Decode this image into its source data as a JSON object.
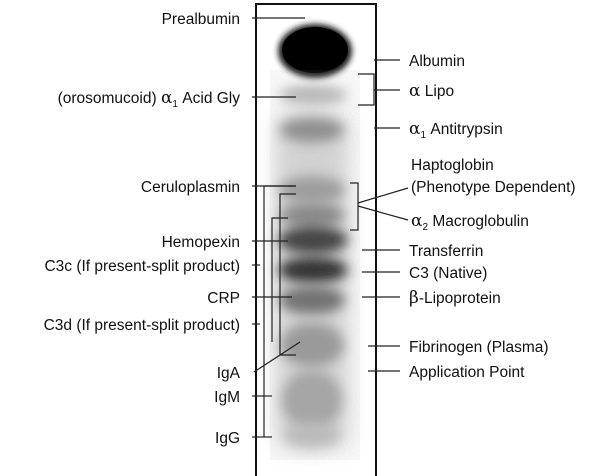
{
  "left_labels": {
    "prealbumin": "Prealbumin",
    "acid_gly_prefix": "(orosomucoid) ",
    "acid_gly_greek": "α",
    "acid_gly_sub": "1",
    "acid_gly_suffix": " Acid Gly",
    "ceruloplasmin": "Ceruloplasmin",
    "hemopexin": "Hemopexin",
    "c3c": "C3c (If present-split product)",
    "crp": "CRP",
    "c3d": "C3d (If present-split product)",
    "iga": "IgA",
    "igm": "IgM",
    "igg": "IgG"
  },
  "right_labels": {
    "albumin": "Albumin",
    "alpha_lipo_greek": "α",
    "alpha_lipo_text": " Lipo",
    "antitrypsin_greek": "α",
    "antitrypsin_sub": "1",
    "antitrypsin_text": " Antitrypsin",
    "haptoglobin": "Haptoglobin",
    "phenotype": "(Phenotype Dependent)",
    "macroglobulin_greek": "α",
    "macroglobulin_sub": "2",
    "macroglobulin_text": " Macroglobulin",
    "transferrin": "Transferrin",
    "c3_native": "C3 (Native)",
    "beta_greek": "β",
    "beta_text": "-Lipoprotein",
    "fibrinogen": "Fibrinogen (Plasma)",
    "application_point": "Application Point"
  }
}
